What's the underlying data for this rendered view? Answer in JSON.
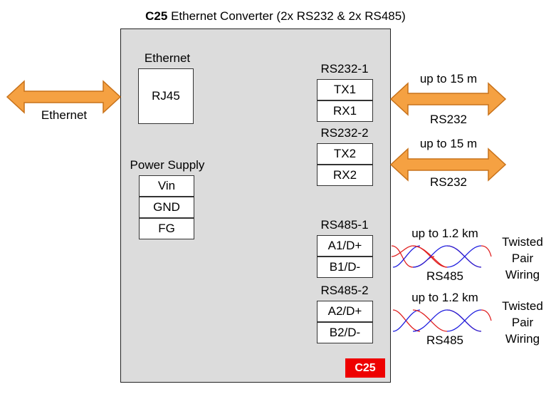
{
  "title": {
    "bold": "C25",
    "rest": " Ethernet Converter (2x RS232 & 2x RS485)"
  },
  "ethernet": {
    "port_label": "Ethernet",
    "connector": "RJ45",
    "cable_label": "Ethernet"
  },
  "power": {
    "label": "Power Supply",
    "pins": [
      "Vin",
      "GND",
      "FG"
    ]
  },
  "rs232": [
    {
      "label": "RS232-1",
      "pins": [
        "TX1",
        "RX1"
      ],
      "distance": "up to 15 m",
      "cable": "RS232"
    },
    {
      "label": "RS232-2",
      "pins": [
        "TX2",
        "RX2"
      ],
      "distance": "up to 15 m",
      "cable": "RS232"
    }
  ],
  "rs485": [
    {
      "label": "RS485-1",
      "pins": [
        "A1/D+",
        "B1/D-"
      ],
      "distance": "up to 1.2 km",
      "cable": "RS485",
      "wiring": [
        "Twisted",
        "Pair",
        "Wiring"
      ]
    },
    {
      "label": "RS485-2",
      "pins": [
        "A2/D+",
        "B2/D-"
      ],
      "distance": "up to 1.2 km",
      "cable": "RS485",
      "wiring": [
        "Twisted",
        "Pair",
        "Wiring"
      ]
    }
  ],
  "badge": "C25",
  "colors": {
    "device_fill": "#dcdcdc",
    "arrow_fill": "#f5a142",
    "arrow_stroke": "#c8721a",
    "badge_fill": "#ee0000",
    "wire_a": "#e02020",
    "wire_b": "#2020e0"
  }
}
